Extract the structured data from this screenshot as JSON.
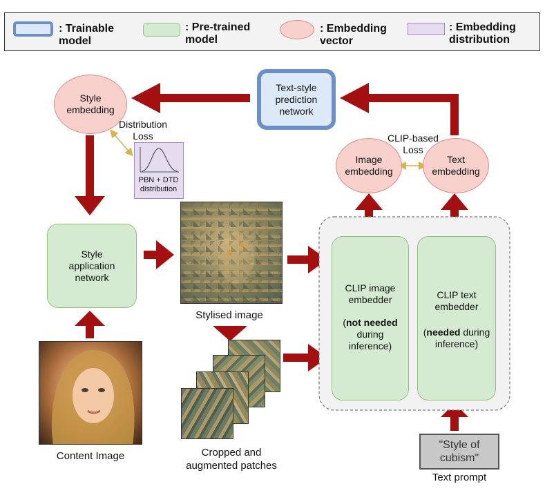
{
  "legend": {
    "trainable": ": Trainable\nmodel",
    "pretrained": ": Pre-trained\nmodel",
    "embedding_vector": ": Embedding\nvector",
    "embedding_distribution": ": Embedding\ndistribution"
  },
  "nodes": {
    "style_embedding": "Style\nembedding",
    "text_style_prediction": "Text-style\nprediction\nnetwork",
    "image_embedding": "Image\nembedding",
    "text_embedding": "Text\nembedding",
    "distribution_box": "PBN + DTD\ndistribution",
    "style_application": "Style\napplication\nnetwork",
    "clip_image_embedder": "CLIP image\nembedder",
    "clip_image_bold": "not needed",
    "clip_image_after": "during\ninference)",
    "clip_text_embedder": "CLIP text\nembedder",
    "clip_text_bold": "needed",
    "clip_text_after": "during\ninference)",
    "text_prompt_box": "\"Style of\ncubism\""
  },
  "labels": {
    "distribution_loss": "Distribution\nLoss",
    "clip_loss": "CLIP-based\nLoss",
    "stylised_image": "Stylised image",
    "content_image": "Content Image",
    "cropped_patches": "Cropped and\naugmented patches",
    "text_prompt": "Text prompt"
  },
  "colors": {
    "arrow": "#a40f10",
    "trainable_border": "#6b8fc8",
    "pretrained_fill": "#d5ebd1",
    "embedding_fill": "#f8d0cc",
    "distribution_fill": "#e6dcef"
  }
}
